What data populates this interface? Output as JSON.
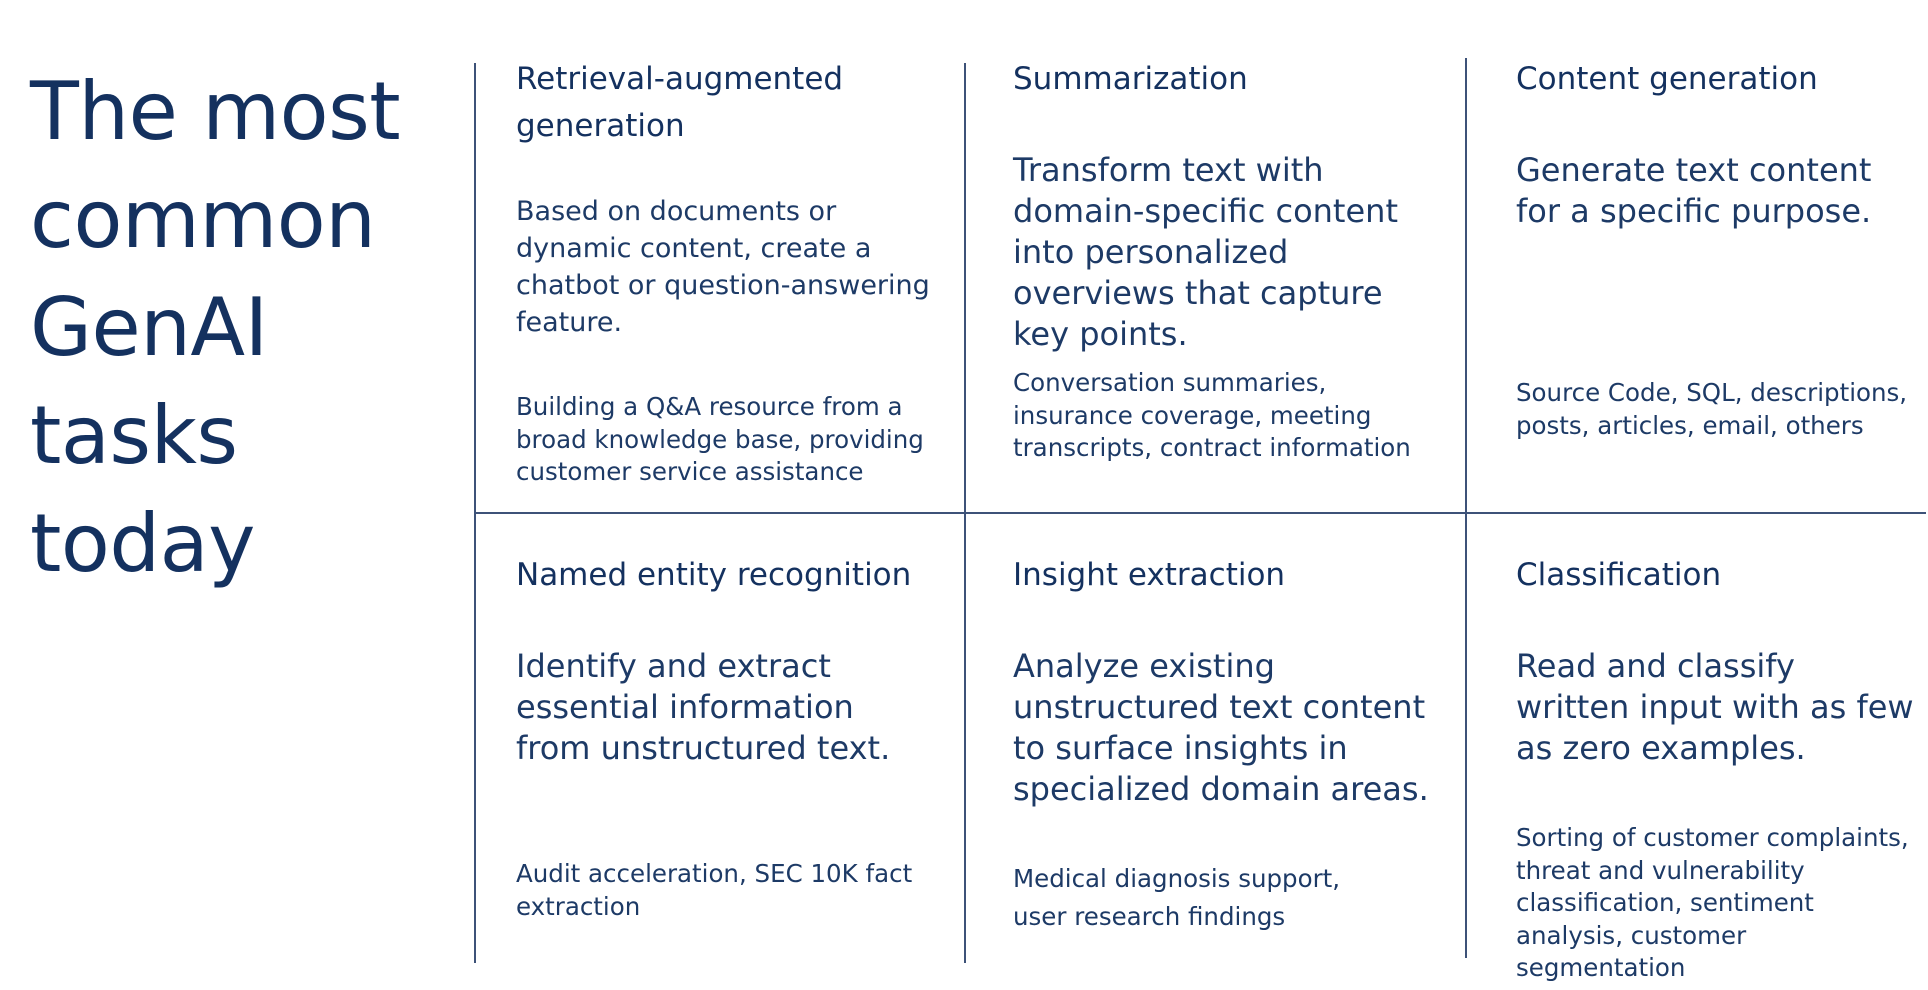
{
  "headline": {
    "lines": [
      "The most",
      "common",
      "GenAI",
      "tasks",
      "today"
    ]
  },
  "tasks": [
    {
      "title": "Retrieval-augmented generation",
      "description": "Based on documents or dynamic content, create a chatbot or question-answering feature.",
      "examples": "Building a Q&A resource from a broad knowledge base, providing customer service assistance"
    },
    {
      "title": "Summarization",
      "description": "Transform text with domain-specific content into personalized overviews that capture key points.",
      "examples": "Conversation summaries, insurance coverage, meeting transcripts, contract information"
    },
    {
      "title": "Content generation",
      "description": "Generate text content for a specific purpose.",
      "examples": "Source Code, SQL,  descriptions, posts, articles, email, others"
    },
    {
      "title": "Named entity recognition",
      "description": "Identify and extract essential information from unstructured text.",
      "examples": "Audit acceleration, SEC 10K fact extraction"
    },
    {
      "title": "Insight extraction",
      "description": "Analyze existing unstructured text content to surface insights in specialized domain areas.",
      "examples": "Medical diagnosis support, user research findings"
    },
    {
      "title": "Classification",
      "description": "Read and classify written input with as few as zero examples.",
      "examples": "Sorting of customer complaints, threat and vulnerability classification, sentiment analysis, customer segmentation"
    }
  ],
  "colors": {
    "text": "#14315f",
    "rule": "#3d5278",
    "background": "#ffffff"
  }
}
